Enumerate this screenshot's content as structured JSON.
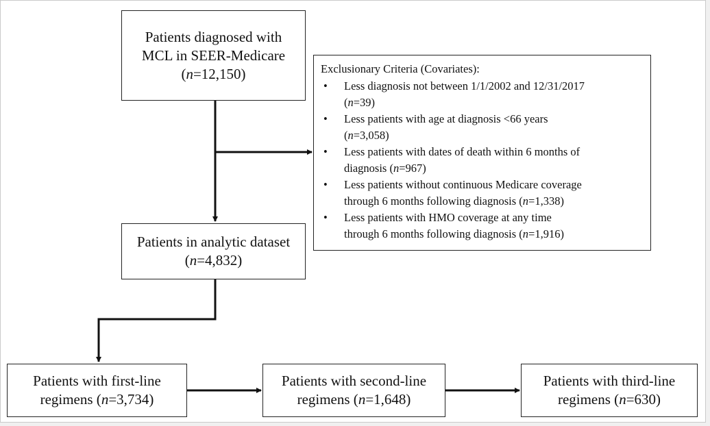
{
  "flowchart": {
    "start": {
      "line1": "Patients diagnosed with",
      "line2": "MCL in SEER-Medicare",
      "count_prefix": "(",
      "n": "n",
      "count_value": "=12,150)"
    },
    "exclusion": {
      "title": "Exclusionary Criteria (Covariates):",
      "items": [
        {
          "text": "Less diagnosis not between 1/1/2002 and 12/31/2017",
          "cont_prefix": "(",
          "n": "n",
          "cont_value": "=39)"
        },
        {
          "text": "Less patients with age at diagnosis <66 years",
          "cont_prefix": "(",
          "n": "n",
          "cont_value": "=3,058)"
        },
        {
          "text": "Less patients with dates of death within 6 months of",
          "cont_prefix": "diagnosis (",
          "n": "n",
          "cont_value": "=967)"
        },
        {
          "text": "Less patients without continuous Medicare coverage",
          "cont_prefix": "through 6 months following diagnosis (",
          "n": "n",
          "cont_value": "=1,338)"
        },
        {
          "text": "Less patients with HMO coverage at any time",
          "cont_prefix": "through 6 months following diagnosis (",
          "n": "n",
          "cont_value": "=1,916)"
        }
      ]
    },
    "analytic": {
      "line1": "Patients in analytic dataset",
      "count_prefix": "(",
      "n": "n",
      "count_value": "=4,832)"
    },
    "first_line": {
      "line1": "Patients with first-line",
      "count_prefix": "regimens (",
      "n": "n",
      "count_value": "=3,734)"
    },
    "second_line": {
      "line1": "Patients with second-line",
      "count_prefix": "regimens (",
      "n": "n",
      "count_value": "=1,648)"
    },
    "third_line": {
      "line1": "Patients with third-line",
      "count_prefix": "regimens (",
      "n": "n",
      "count_value": "=630)"
    }
  }
}
